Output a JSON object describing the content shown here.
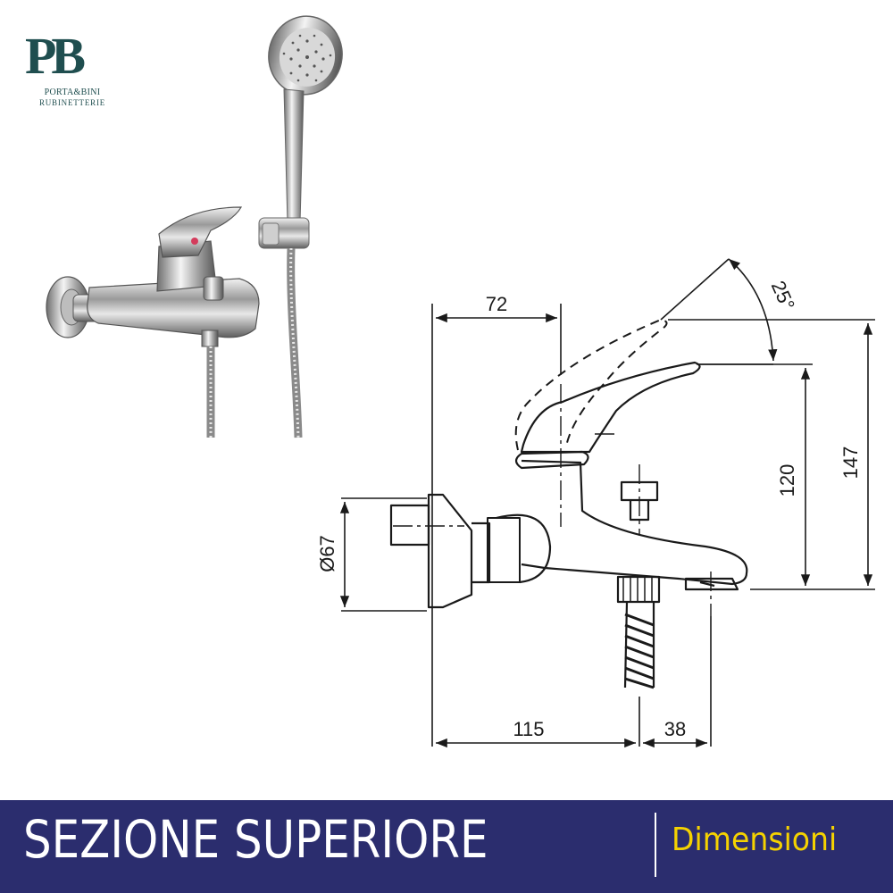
{
  "brand": {
    "mark": "PB",
    "line1": "PORTA&BINI",
    "line2": "RUBINETTERIE",
    "color": "#1f4e4f"
  },
  "dimensions": {
    "top_width": "72",
    "angle": "25°",
    "height_lever": "120",
    "height_total": "147",
    "diameter": "Ø67",
    "depth_body": "115",
    "depth_spout": "38"
  },
  "footer": {
    "title": "SEZIONE SUPERIORE",
    "subtitle": "Dimensioni",
    "background": "#2b2d6e",
    "accent": "#f5d200"
  }
}
